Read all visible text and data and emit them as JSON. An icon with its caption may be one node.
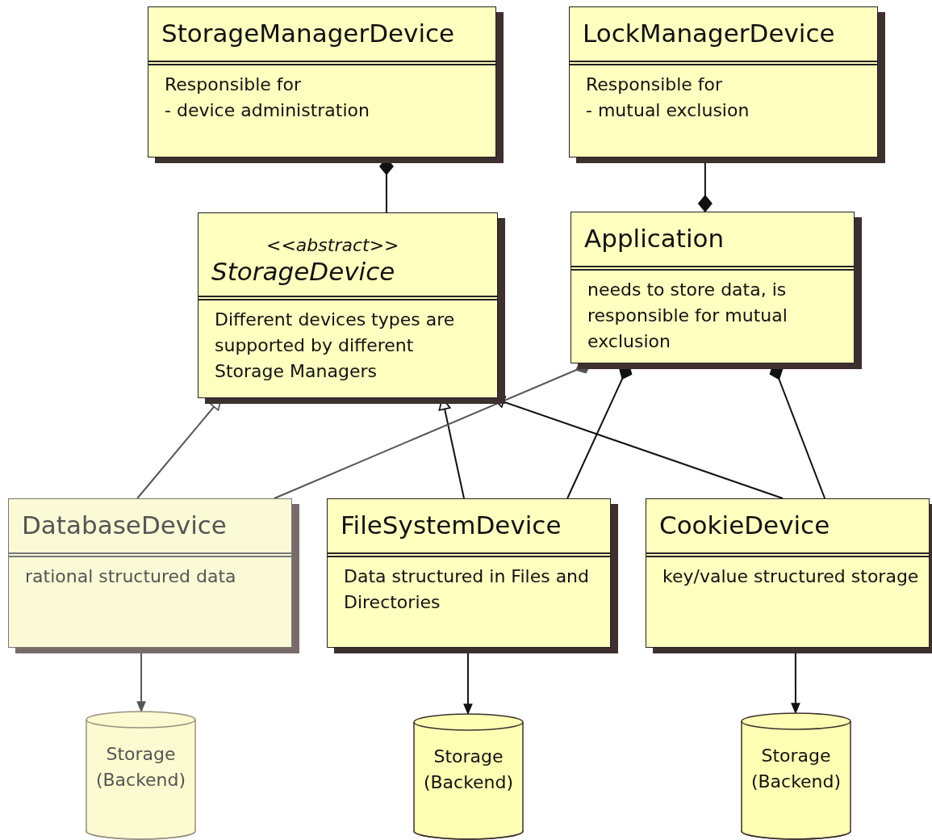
{
  "diagram": {
    "nodes": [
      {
        "text": [
          "StorageManagerDevice",
          "Responsible for",
          "- device administration"
        ]
      },
      {
        "text": [
          "LockManagerDevice",
          "Responsible for",
          "- mutual exclusion"
        ]
      },
      {
        "text": [
          "<<abstract>>",
          "StorageDevice",
          "Different devices types are supported by different Storage Managers"
        ]
      },
      {
        "text": [
          "Application",
          "needs to store data, is responsible for mutual exclusion"
        ]
      },
      {
        "text": [
          "DatabaseDevice",
          "rational structured data"
        ]
      },
      {
        "text": [
          "FileSystemDevice",
          "Data structured in Files and Directories"
        ]
      },
      {
        "text": [
          "CookieDevice",
          "key/value structured storage"
        ]
      },
      {
        "text": [
          "Storage (Backend)"
        ]
      },
      {
        "text": [
          "Storage (Backend)"
        ]
      },
      {
        "text": [
          "Storage (Backend)"
        ]
      }
    ],
    "edges": [
      {
        "from": 2,
        "to": 0,
        "arrow": "other"
      },
      {
        "from": 1,
        "to": 3,
        "arrow": "other"
      },
      {
        "from": 4,
        "to": 2,
        "arrow": "to",
        "color": "#555555"
      },
      {
        "from": 5,
        "to": 2,
        "arrow": "to"
      },
      {
        "from": 6,
        "to": 2,
        "arrow": "to"
      },
      {
        "from": 4,
        "to": 3,
        "arrow": "other",
        "color": "#555555"
      },
      {
        "from": 5,
        "to": 3,
        "arrow": "other"
      },
      {
        "from": 6,
        "to": 3,
        "arrow": "other"
      },
      {
        "from": 4,
        "to": 7,
        "arrow": "to",
        "color": "#555555"
      },
      {
        "from": 5,
        "to": 8,
        "arrow": "to"
      },
      {
        "from": 6,
        "to": 9,
        "arrow": "to"
      }
    ]
  }
}
